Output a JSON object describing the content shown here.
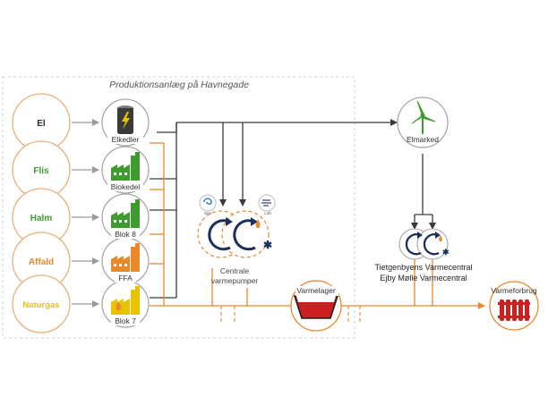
{
  "title": "Produktionsanlæg på Havnegade",
  "inputs": [
    {
      "label": "El",
      "color": "#2b2b2b"
    },
    {
      "label": "Flis",
      "color": "#3f9a2f"
    },
    {
      "label": "Halm",
      "color": "#3f9a2f"
    },
    {
      "label": "Affald",
      "color": "#e8892b"
    },
    {
      "label": "Naturgas",
      "color": "#e8c400"
    }
  ],
  "plants": [
    {
      "label": "Elkedler",
      "icon": "electric-boiler-icon"
    },
    {
      "label": "Biokedel",
      "icon": "factory-icon"
    },
    {
      "label": "Blok 8",
      "icon": "factory-icon"
    },
    {
      "label": "FFA",
      "icon": "factory-icon"
    },
    {
      "label": "Blok 7",
      "icon": "factory-flame-icon"
    }
  ],
  "heat_pumps": {
    "line1": "Centrale",
    "line2": "varmepumper",
    "badges": [
      "Sea",
      "Luft"
    ]
  },
  "storage": {
    "label": "Varmelager"
  },
  "market": {
    "label": "Elmarked",
    "icon": "wind-turbine-icon"
  },
  "central": {
    "line1": "Tietgenbyens Varmecentral",
    "line2": "Ejby Mølle Varmecentral"
  },
  "consumption": {
    "label": "Varmeforbrug",
    "icon": "radiator-icon"
  },
  "colors": {
    "orange": "#e8892b",
    "green": "#3f9a2f",
    "yellow": "#e8c400",
    "navy": "#1b2f5a",
    "electric": "#3a3a3a",
    "gray": "#9a9a9a",
    "red": "#cc1f1f"
  }
}
